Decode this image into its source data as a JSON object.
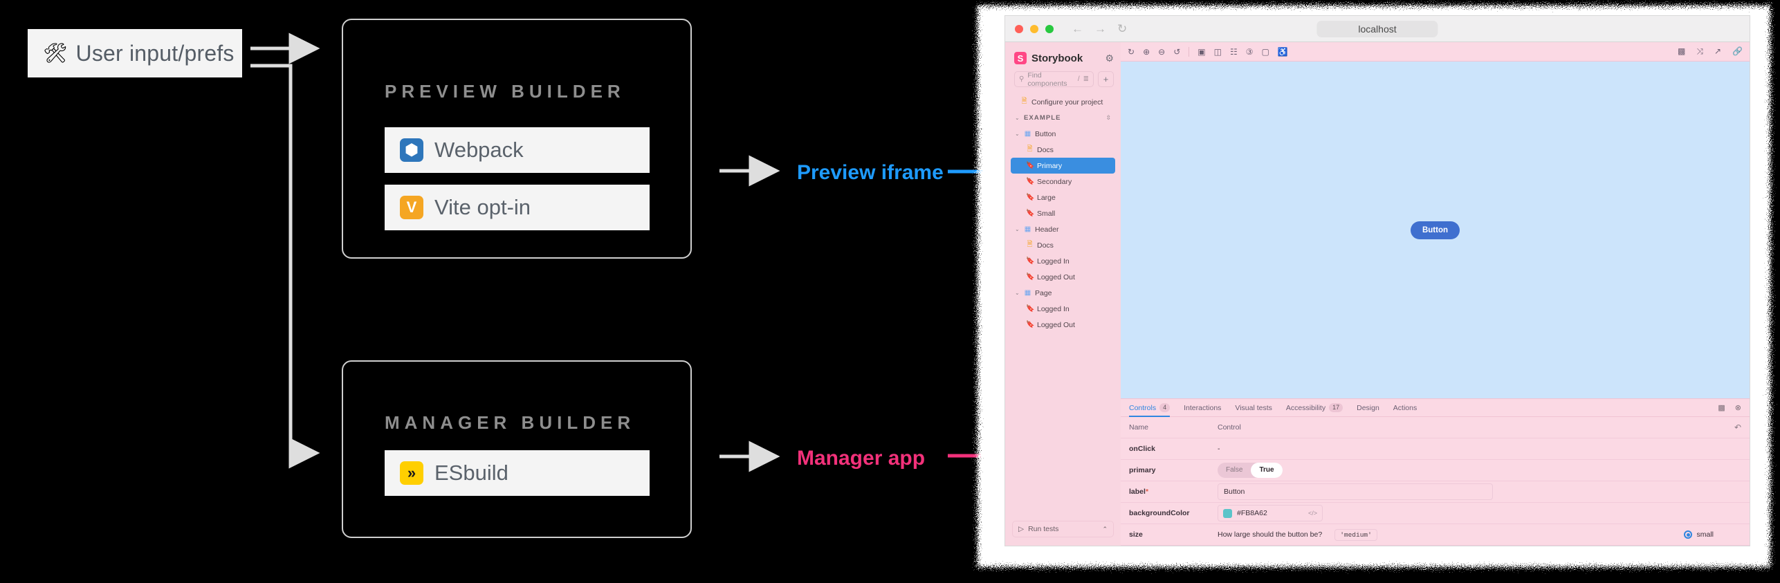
{
  "diagram": {
    "user_input": {
      "label": "User input/prefs",
      "icon": "tools-icon"
    },
    "preview_builder": {
      "title": "PREVIEW BUILDER",
      "options": [
        {
          "label": "Webpack",
          "icon": "webpack-logo",
          "glyph": "⬢"
        },
        {
          "label": "Vite opt-in",
          "icon": "vite-logo",
          "glyph": "V"
        }
      ]
    },
    "manager_builder": {
      "title": "MANAGER BUILDER",
      "options": [
        {
          "label": "ESbuild",
          "icon": "esbuild-logo",
          "glyph": "»"
        }
      ]
    },
    "annotations": {
      "preview_iframe": {
        "label": "Preview iframe",
        "color": "#1e9bff"
      },
      "manager_app": {
        "label": "Manager app",
        "color": "#f2317a"
      }
    }
  },
  "browser": {
    "url": "localhost",
    "traffic_lights": [
      "close",
      "minimize",
      "zoom"
    ],
    "nav": {
      "back": "←",
      "forward": "→",
      "reload": "↻"
    }
  },
  "storybook": {
    "brand": {
      "name": "Storybook",
      "logo_letter": "S",
      "logo_color": "#ff4785"
    },
    "settings_icon": "gear-icon",
    "search": {
      "placeholder": "Find components",
      "shortcut": "/",
      "filter_icon": "filter-icon",
      "add_icon": "+"
    },
    "tree": [
      {
        "label": "Configure your project",
        "kind": "doc",
        "indent": 1,
        "twisty": "",
        "selected": false
      },
      {
        "label": "EXAMPLE",
        "kind": "group",
        "indent": 0,
        "twisty": "⌄",
        "selected": false,
        "sort_icon": "sort-icon"
      },
      {
        "label": "Button",
        "kind": "component",
        "indent": 0,
        "twisty": "⌄",
        "selected": false
      },
      {
        "label": "Docs",
        "kind": "doc",
        "indent": 1,
        "twisty": "",
        "selected": false
      },
      {
        "label": "Primary",
        "kind": "story",
        "indent": 1,
        "twisty": "",
        "selected": true
      },
      {
        "label": "Secondary",
        "kind": "story",
        "indent": 1,
        "twisty": "",
        "selected": false
      },
      {
        "label": "Large",
        "kind": "story",
        "indent": 1,
        "twisty": "",
        "selected": false
      },
      {
        "label": "Small",
        "kind": "story",
        "indent": 1,
        "twisty": "",
        "selected": false
      },
      {
        "label": "Header",
        "kind": "component",
        "indent": 0,
        "twisty": "⌄",
        "selected": false
      },
      {
        "label": "Docs",
        "kind": "doc",
        "indent": 1,
        "twisty": "",
        "selected": false
      },
      {
        "label": "Logged In",
        "kind": "story",
        "indent": 1,
        "twisty": "",
        "selected": false
      },
      {
        "label": "Logged Out",
        "kind": "story",
        "indent": 1,
        "twisty": "",
        "selected": false
      },
      {
        "label": "Page",
        "kind": "component",
        "indent": 0,
        "twisty": "⌄",
        "selected": false
      },
      {
        "label": "Logged In",
        "kind": "story",
        "indent": 1,
        "twisty": "",
        "selected": false
      },
      {
        "label": "Logged Out",
        "kind": "story",
        "indent": 1,
        "twisty": "",
        "selected": false
      }
    ],
    "run_tests": {
      "label": "Run tests",
      "play_icon": "play-icon",
      "caret": "⌃"
    },
    "toolbar": {
      "left_icons": [
        "reload-icon",
        "zoom-in-icon",
        "zoom-out-icon",
        "zoom-reset-icon"
      ],
      "tool_icons": [
        "background-icon",
        "viewport-icon",
        "grid-icon",
        "measure-icon",
        "outline-icon",
        "accessibility-icon"
      ],
      "right_icons": [
        "sidebar-toggle-icon",
        "fullscreen-icon",
        "open-new-tab-icon",
        "copy-link-icon"
      ]
    },
    "canvas": {
      "button_label": "Button",
      "button_color": "#3f6fcf",
      "background": "#cce4fb"
    },
    "addon_tabs": [
      {
        "label": "Controls",
        "badge": "4",
        "active": true
      },
      {
        "label": "Interactions",
        "badge": "",
        "active": false
      },
      {
        "label": "Visual tests",
        "badge": "",
        "active": false
      },
      {
        "label": "Accessibility",
        "badge": "17",
        "active": false
      },
      {
        "label": "Design",
        "badge": "",
        "active": false
      },
      {
        "label": "Actions",
        "badge": "",
        "active": false
      }
    ],
    "addon_right_icons": [
      "panel-position-icon",
      "close-panel-icon"
    ],
    "controls": {
      "headers": {
        "name": "Name",
        "control": "Control"
      },
      "reset_icon": "reset-icon",
      "rows": [
        {
          "name": "onClick",
          "required": false,
          "type": "empty",
          "value": "-"
        },
        {
          "name": "primary",
          "required": false,
          "type": "boolean",
          "false_label": "False",
          "true_label": "True",
          "value": "True"
        },
        {
          "name": "label",
          "required": true,
          "type": "text",
          "value": "Button"
        },
        {
          "name": "backgroundColor",
          "required": false,
          "type": "color",
          "value": "#FB8A62",
          "swatch": "#5bc4c9",
          "code_icon": "code-icon"
        },
        {
          "name": "size",
          "required": false,
          "type": "radio",
          "description": "How large should the button be?",
          "enum_value": "'medium'",
          "option": "small"
        }
      ]
    }
  }
}
